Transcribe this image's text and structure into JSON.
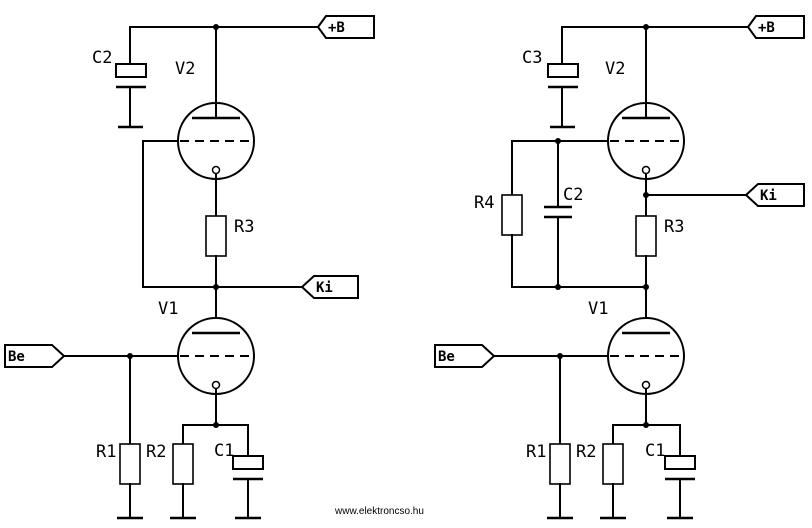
{
  "left_circuit": {
    "supply": "+B",
    "input": "Be",
    "output": "Ki",
    "tube_upper": "V2",
    "tube_lower": "V1",
    "cap_top": "C2",
    "res_mid": "R3",
    "res_grid": "R1",
    "res_cathode": "R2",
    "cap_cathode": "C1"
  },
  "right_circuit": {
    "supply": "+B",
    "input": "Be",
    "output": "Ki",
    "tube_upper": "V2",
    "tube_lower": "V1",
    "cap_top": "C3",
    "res_feedback": "R4",
    "cap_feedback": "C2",
    "res_mid": "R3",
    "res_grid": "R1",
    "res_cathode": "R2",
    "cap_cathode": "C1"
  },
  "watermark": "www.elektroncso.hu"
}
